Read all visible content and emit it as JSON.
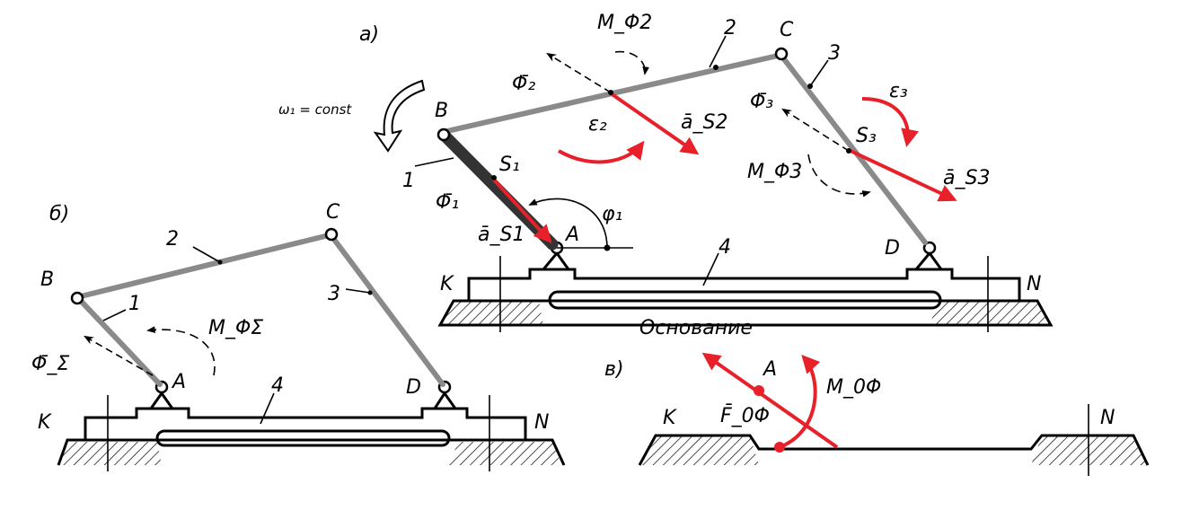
{
  "panels": {
    "a": {
      "tag": "а)",
      "omega": "ω₁ = const",
      "points": {
        "A": "A",
        "B": "B",
        "C": "C",
        "D": "D",
        "S1": "S₁",
        "S3": "S₃",
        "K": "K",
        "N": "N"
      },
      "links": [
        "1",
        "2",
        "3",
        "4"
      ],
      "labels": {
        "phi_angle": "φ₁",
        "Phi1": "Φ̄₁",
        "Phi2": "Φ̄₂",
        "Phi3": "Φ̄₃",
        "M_Phi2": "M_Φ2",
        "M_Phi3": "M_Φ3",
        "eps2": "ε₂",
        "eps3": "ε₃",
        "aS1": "ā_S1",
        "aS2": "ā_S2",
        "aS3": "ā_S3",
        "base": "Основание"
      }
    },
    "b": {
      "tag": "б)",
      "points": {
        "A": "A",
        "B": "B",
        "C": "C",
        "D": "D",
        "K": "K",
        "N": "N"
      },
      "links": [
        "1",
        "2",
        "3",
        "4"
      ],
      "labels": {
        "PhiSum": "Φ̄_Σ",
        "MPhiSum": "M_ΦΣ"
      }
    },
    "c": {
      "tag": "в)",
      "points": {
        "A": "A",
        "K": "K",
        "N": "N"
      },
      "labels": {
        "F0Phi": "F̄_0Φ",
        "M0Phi": "M_0Φ"
      }
    }
  },
  "colors": {
    "accent": "#e8202a",
    "ink": "#000000",
    "link": "#8a8a8a"
  }
}
